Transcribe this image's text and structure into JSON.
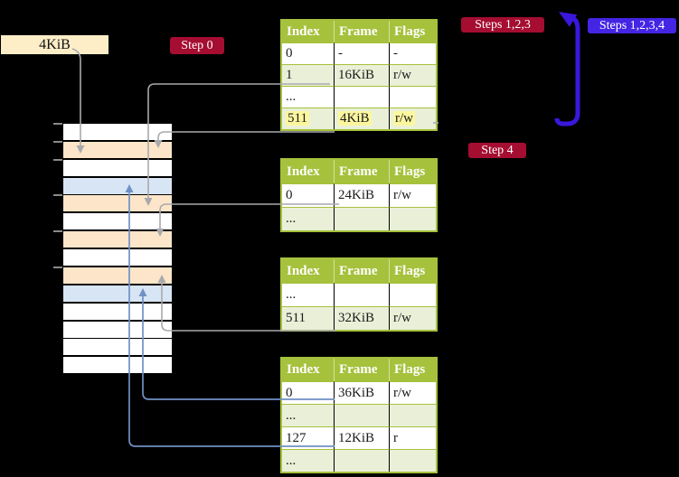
{
  "colors": {
    "background": "#000000",
    "table_header_bg": "#a6c13c",
    "table_border": "#a6c13c",
    "table_row_bg": "#ffffff",
    "table_row_alt_bg": "#eaf0d8",
    "highlight": "#fcf79f",
    "badge_red": "#a50d31",
    "badge_blue": "#4425e4",
    "big_arrow_blue": "#3a17dc",
    "thin_arrow_blue": "#7191c4",
    "arrow_gray": "#a9a9ad",
    "frame_orange": "#fce5c8",
    "frame_blue": "#d8e5f4",
    "frame_white": "#ffffff",
    "label_box_bg": "#fdeec8",
    "tick_gray": "#8a8a8a",
    "text_dark": "#1a1a1a",
    "header_text": "#ffffff"
  },
  "labels": {
    "page_size": "4KiB",
    "step0": "Step 0",
    "steps123": "Steps 1,2,3",
    "steps1234": "Steps 1,2,3,4",
    "step4": "Step 4"
  },
  "memory_strip": {
    "row_colors": [
      "white",
      "orange",
      "white",
      "blue",
      "orange",
      "white",
      "orange",
      "white",
      "orange",
      "blue",
      "white",
      "white",
      "white",
      "white"
    ],
    "tick_rows": [
      0,
      1,
      2,
      4,
      6,
      8
    ]
  },
  "tables": [
    {
      "name": "page-table-level-1",
      "headers": [
        "Index",
        "Frame",
        "Flags"
      ],
      "rows": [
        {
          "cells": [
            "0",
            "-",
            "-"
          ],
          "highlight": false
        },
        {
          "cells": [
            "1",
            "16KiB",
            "r/w"
          ],
          "highlight": false
        },
        {
          "cells": [
            "...",
            "",
            ""
          ],
          "highlight": false
        },
        {
          "cells": [
            "511",
            "4KiB",
            "r/w"
          ],
          "highlight": true
        }
      ]
    },
    {
      "name": "page-table-level-2",
      "headers": [
        "Index",
        "Frame",
        "Flags"
      ],
      "rows": [
        {
          "cells": [
            "0",
            "24KiB",
            "r/w"
          ],
          "highlight": false
        },
        {
          "cells": [
            "...",
            "",
            ""
          ],
          "highlight": false
        }
      ]
    },
    {
      "name": "page-table-level-3",
      "headers": [
        "Index",
        "Frame",
        "Flags"
      ],
      "rows": [
        {
          "cells": [
            "...",
            "",
            ""
          ],
          "highlight": false
        },
        {
          "cells": [
            "511",
            "32KiB",
            "r/w"
          ],
          "highlight": false
        }
      ]
    },
    {
      "name": "page-table-level-4",
      "headers": [
        "Index",
        "Frame",
        "Flags"
      ],
      "rows": [
        {
          "cells": [
            "0",
            "36KiB",
            "r/w"
          ],
          "highlight": false
        },
        {
          "cells": [
            "...",
            "",
            ""
          ],
          "highlight": false
        },
        {
          "cells": [
            "127",
            "12KiB",
            "r"
          ],
          "highlight": false
        },
        {
          "cells": [
            "...",
            "",
            ""
          ],
          "highlight": false
        }
      ]
    }
  ]
}
